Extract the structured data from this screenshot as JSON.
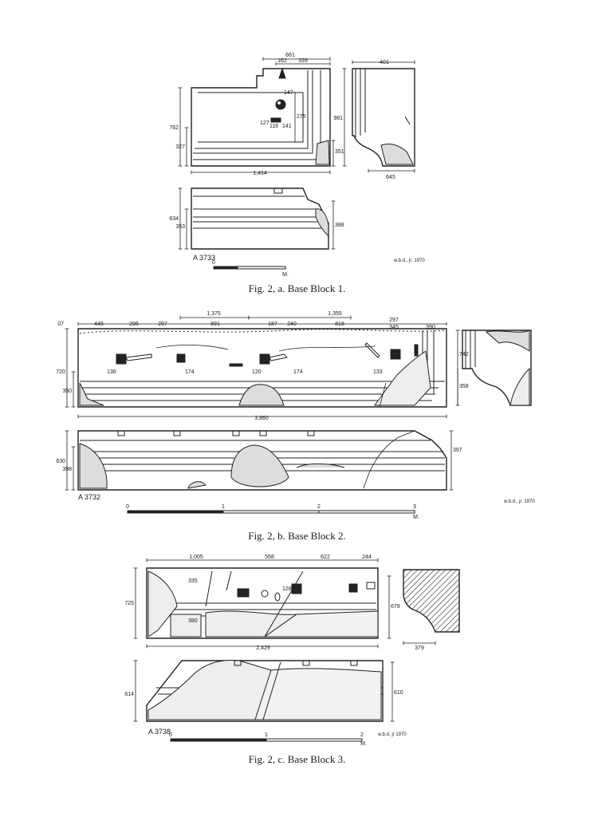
{
  "plates": [
    {
      "caption": "Fig. 2, a.  Base Block 1.",
      "inventory": "A 3733",
      "signature": "w.b.d., jr. 1970",
      "scale": {
        "start": "0",
        "end": "M."
      },
      "dimensions": {
        "top": [
          "661",
          "162",
          "339"
        ],
        "total_length": "1,414",
        "left_height": "762",
        "left_lower": "327",
        "cuttings": [
          "147",
          "275",
          "127",
          "116",
          "141"
        ],
        "right_inner": "351",
        "section_height": "981",
        "section_top": "401",
        "section_bottom": "645",
        "front_height": "634",
        "front_inner": "353",
        "front_right": "388"
      }
    },
    {
      "caption": "Fig. 2, b.  Base Block 2.",
      "inventory": "A 3732",
      "signature": "w.b.d., jr. 1970",
      "scale": {
        "ticks": [
          "0",
          "1",
          "2",
          "3"
        ],
        "unit": "M."
      },
      "dimensions": {
        "top_groups": [
          "1,375",
          "1,355"
        ],
        "top": [
          "07",
          "445",
          "295",
          "297",
          "891",
          "187",
          "240",
          "818",
          "297",
          "345",
          "390"
        ],
        "total_length": "3,860",
        "left_height": "720",
        "left_lower": "350",
        "cuttings": [
          "136",
          "174",
          "120",
          "174",
          "133"
        ],
        "section_height": "742",
        "section_lower": "358",
        "front_height": "630",
        "front_inner": "398",
        "front_right": "397"
      }
    },
    {
      "caption": "Fig. 2, c.  Base Block 3.",
      "inventory": "A 3738",
      "signature": "w.b.d. jr 1970",
      "scale": {
        "ticks": [
          "0",
          "1",
          "2"
        ],
        "unit": "M."
      },
      "dimensions": {
        "top": [
          "1,005",
          "558",
          "622",
          "244"
        ],
        "total_length": "2,429",
        "left_height": "725",
        "inner": [
          "335",
          "380",
          "128"
        ],
        "right": "679",
        "section_bottom": "379",
        "front_height": "614",
        "front_right": "610"
      }
    }
  ]
}
